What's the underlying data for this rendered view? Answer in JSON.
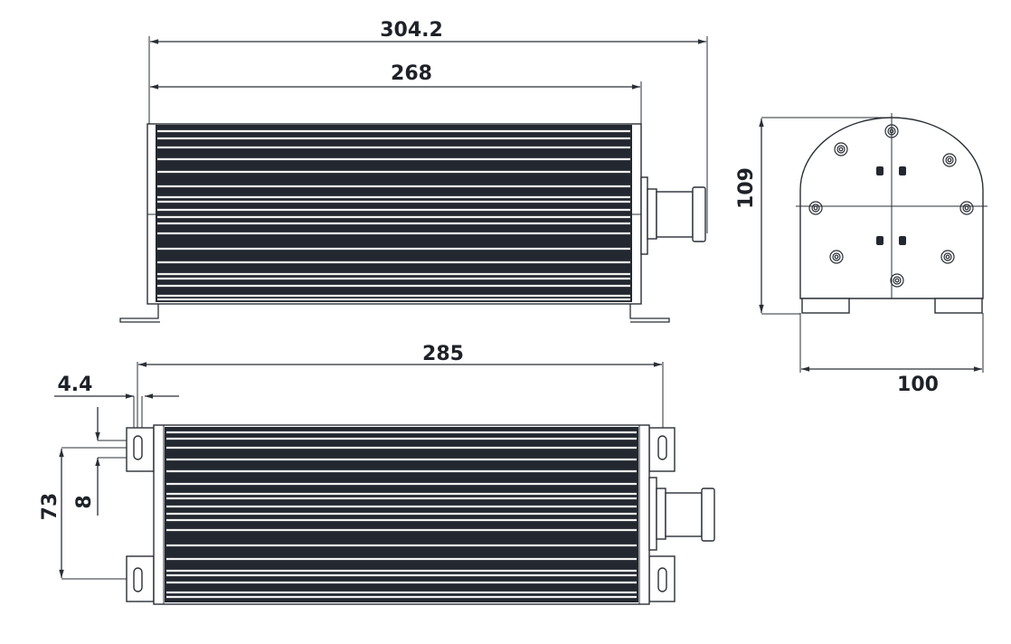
{
  "drawing": {
    "side_view": {
      "overall_length": "304.2",
      "body_length": "268"
    },
    "end_view": {
      "height": "109",
      "width": "100"
    },
    "top_view": {
      "mount_hole_spacing_length": "285",
      "slot_width": "4.4",
      "mount_hole_spacing_width": "73",
      "slot_length": "8"
    }
  },
  "colors": {
    "line": "#2a2f36",
    "fin": "#232830"
  }
}
